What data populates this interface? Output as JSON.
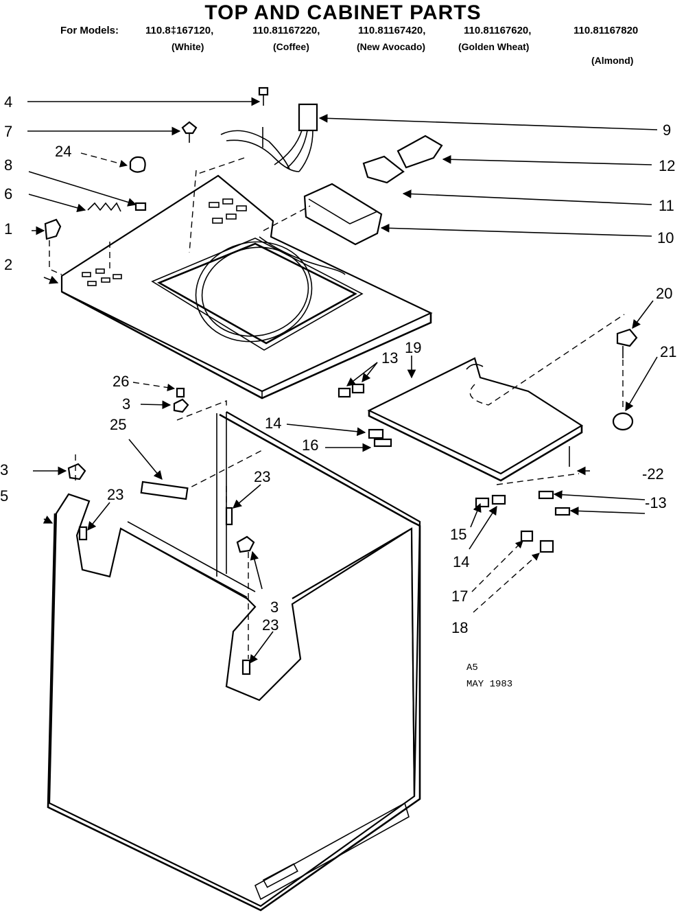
{
  "title": "TOP AND CABINET PARTS",
  "models": {
    "prefix": "For Models:",
    "numbers": [
      "110.8‡167120,",
      "110.81167220,",
      "110.81167420,",
      "110.81167620,",
      "110.81167820"
    ],
    "colors": [
      "(White)",
      "(Coffee)",
      "(New Avocado)",
      "(Golden Wheat)",
      "(Almond)"
    ]
  },
  "callouts": {
    "c4": "4",
    "c7": "7",
    "c24": "24",
    "c8": "8",
    "c6": "6",
    "c1": "1",
    "c2": "2",
    "c9": "9",
    "c12": "12",
    "c11": "11",
    "c10": "10",
    "c20": "20",
    "c21": "21",
    "c19": "19",
    "c13a": "13",
    "c14a": "14",
    "c16": "16",
    "c26": "26",
    "c3a": "3",
    "c25": "25",
    "c3b": "3",
    "c5": "5",
    "c23a": "23",
    "c23b": "23",
    "c23c": "23",
    "c3c": "3",
    "c22": "-22",
    "c13b": "-13",
    "c15": "15",
    "c14b": "14",
    "c17": "17",
    "c18": "18"
  },
  "stamp": {
    "line1": "A5",
    "line2": "MAY 1983"
  }
}
